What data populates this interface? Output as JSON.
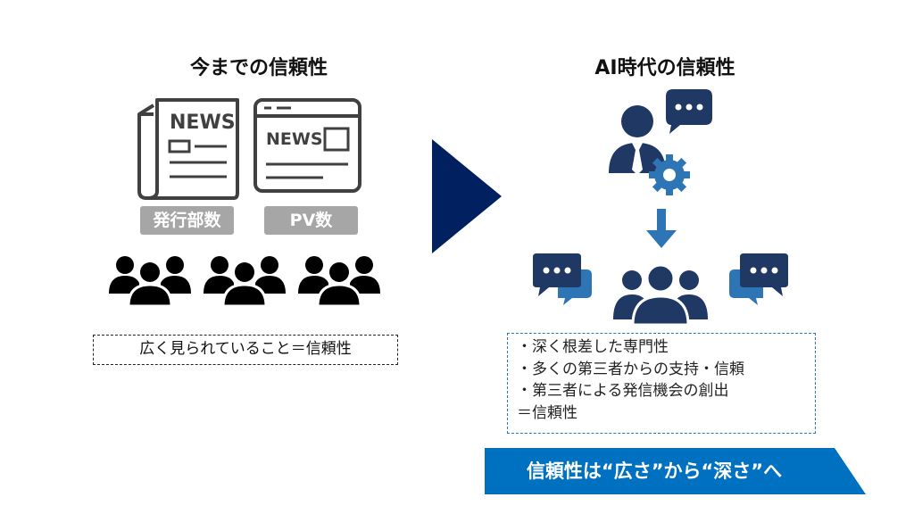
{
  "left": {
    "title": "今までの信頼性",
    "newspaper_text": "NEWS",
    "web_text": "NEWS",
    "label_circulation": "発行部数",
    "label_pv": "PV数",
    "conclusion": "広く見られていること＝信頼性"
  },
  "right": {
    "title": "AI時代の信頼性",
    "points": [
      "・深く根差した専門性",
      "・多くの第三者からの支持・信頼",
      "・第三者による発信機会の創出",
      "＝信頼性"
    ],
    "banner": "信頼性は“広さ”から“深さ”へ"
  },
  "colors": {
    "navy": "#1f3864",
    "blue": "#2e75b6",
    "banner": "#0070c0",
    "gray": "#a6a6a6",
    "arrow": "#002060"
  }
}
